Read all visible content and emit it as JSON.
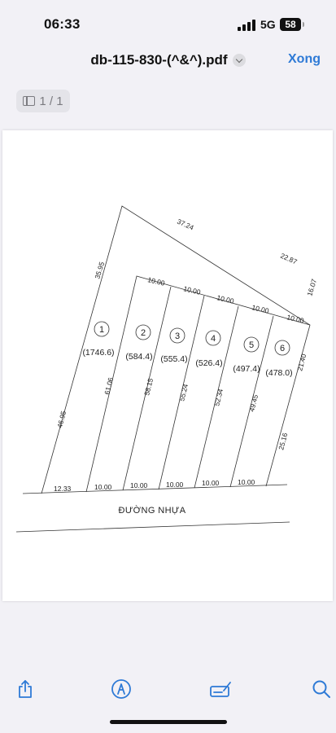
{
  "status_bar": {
    "time": "06:33",
    "network": "5G",
    "battery": "58"
  },
  "header": {
    "title": "db-115-830-(^&^).pdf",
    "done_label": "Xong"
  },
  "page_indicator": {
    "text": "1 / 1"
  },
  "drawing": {
    "road_label": "ĐƯỜNG NHỰA",
    "top_dims": [
      "37.24",
      "22.87",
      "16.07",
      "35.95"
    ],
    "lot_numbers": [
      "1",
      "2",
      "3",
      "4",
      "5",
      "6"
    ],
    "areas": [
      "(1746.6)",
      "(584.4)",
      "(555.4)",
      "(526.4)",
      "(497.4)",
      "(478.0)"
    ],
    "inner_top_dims": [
      "10.00",
      "10.00",
      "10.00",
      "10.00",
      "10.00"
    ],
    "side_dims": [
      "46.95",
      "61.06",
      "58.15",
      "55.24",
      "52.34",
      "49.45",
      "21.40",
      "25.16"
    ],
    "bottom_dims": [
      "12.33",
      "10.00",
      "10.00",
      "10.00",
      "10.00",
      "10.00"
    ]
  },
  "toolbar": {
    "icons": [
      "share-icon",
      "markup-icon",
      "signature-icon",
      "search-icon"
    ]
  }
}
